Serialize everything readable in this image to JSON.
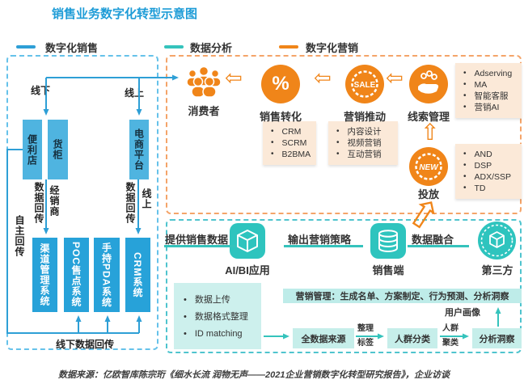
{
  "title": "销售业务数字化转型示意图",
  "legend": {
    "sales": "数字化销售",
    "analysis": "数据分析",
    "marketing": "数字化营销"
  },
  "colors": {
    "blue": "#2E9FD6",
    "teal": "#35C3BC",
    "orange": "#F08519",
    "title_blue": "#1E9CD7"
  },
  "icons": {
    "left_arrow": "⇦",
    "up_arrow": "⇧",
    "diag_arrow": "⇧"
  },
  "sales": {
    "offline": "线下",
    "online": "线上",
    "stores": [
      "便利店",
      "货柜",
      "电商平台"
    ],
    "backhaul_left": "数据回传",
    "dealer": "经销商",
    "backhaul_right": "数据回传",
    "online_small": "线上",
    "self_backhaul": "自主回传",
    "systems": [
      "渠道管理系统",
      "POC售点系统",
      "手持PDA系统",
      "CRM系统"
    ],
    "offline_backhaul": "线下数据回传"
  },
  "marketing": {
    "consumer": "消费者",
    "nodes": [
      {
        "label": "销售转化",
        "symbol": "%",
        "bullets": [
          "CRM",
          "SCRM",
          "B2BMA"
        ]
      },
      {
        "label": "营销推动",
        "badge": "SALE",
        "bullets": [
          "内容设计",
          "视频营销",
          "互动营销"
        ]
      },
      {
        "label": "线索管理",
        "bullets": [
          "Adserving",
          "MA",
          "智能客服",
          "营销AI"
        ]
      },
      {
        "label": "投放",
        "badge": "NEW",
        "bullets": [
          "AND",
          "DSP",
          "ADX/SSP",
          "TD"
        ]
      }
    ]
  },
  "analysis": {
    "provide": "提供销售数据",
    "output": "输出营销策略",
    "fusion": "数据融合",
    "ai_bi": "AI/BI应用",
    "sales_end": "销售端",
    "third_party": "第三方",
    "prep": [
      "数据上传",
      "数据格式整理",
      "ID matching"
    ],
    "management": "营销管理：生成名单、方案制定、行为预测、分析洞察",
    "pipeline": [
      "全数据来源",
      "人群分类",
      "分析洞察"
    ],
    "arrow_labels": [
      [
        "整理",
        "标签"
      ],
      [
        "人群",
        "聚类"
      ]
    ],
    "user_portrait": "用户画像"
  },
  "source": "数据来源：亿欧智库陈宗珩《细水长流 润物无声——2021企业营销数字化转型研究报告》，企业访谈"
}
